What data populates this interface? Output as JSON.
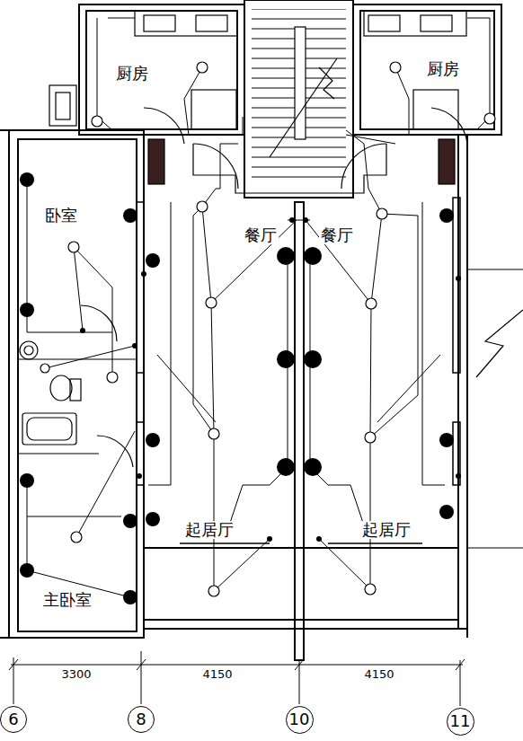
{
  "diagram": {
    "nodes": [
      {
        "text": [
          "6"
        ]
      },
      {
        "text": [
          "8"
        ]
      },
      {
        "text": [
          "10"
        ]
      },
      {
        "text": [
          "11"
        ]
      }
    ],
    "labels": [
      "厨房",
      "厨房",
      "卧室",
      "餐厅",
      "餐厅",
      "起居厅",
      "起居厅",
      "主卧室",
      "3300",
      "4150",
      "4150"
    ]
  }
}
